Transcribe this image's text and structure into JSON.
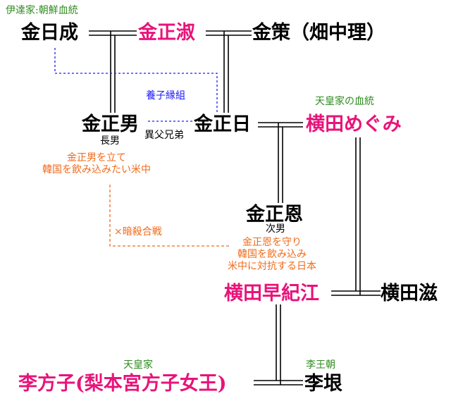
{
  "colors": {
    "pink": "#e8137a",
    "green": "#2e8b1e",
    "blue": "#1a1aff",
    "orange": "#f06a1a",
    "black": "#000000"
  },
  "labels": {
    "clan_itatsu": "伊達家:朝鮮血統",
    "imperial_blood": "天皇家の血統",
    "imperial_house": "天皇家",
    "yi_dynasty": "李王朝",
    "adoption": "養子縁組",
    "half_brothers": "異父兄弟",
    "eldest_son": "長男",
    "second_son": "次男",
    "assassination": "×暗殺合戦",
    "note_masao": "金正男を立て\n韓国を飲み込みたい米中",
    "note_jongun": "金正恩を守り\n韓国を飲み込み\n米中に対抗する日本"
  },
  "people": {
    "kim_il_sung": "金日成",
    "kim_jong_suk": "金正淑",
    "kim_saku": "金策（畑中理）",
    "kim_jong_nam": "金正男",
    "kim_jong_il": "金正日",
    "yokota_megumi": "横田めぐみ",
    "kim_jong_un": "金正恩",
    "yokota_sakie": "横田早紀江",
    "yokota_shigeru": "横田滋",
    "yi_bangja": "李方子(梨本宮方子女王)",
    "yi_eun": "李垠"
  }
}
